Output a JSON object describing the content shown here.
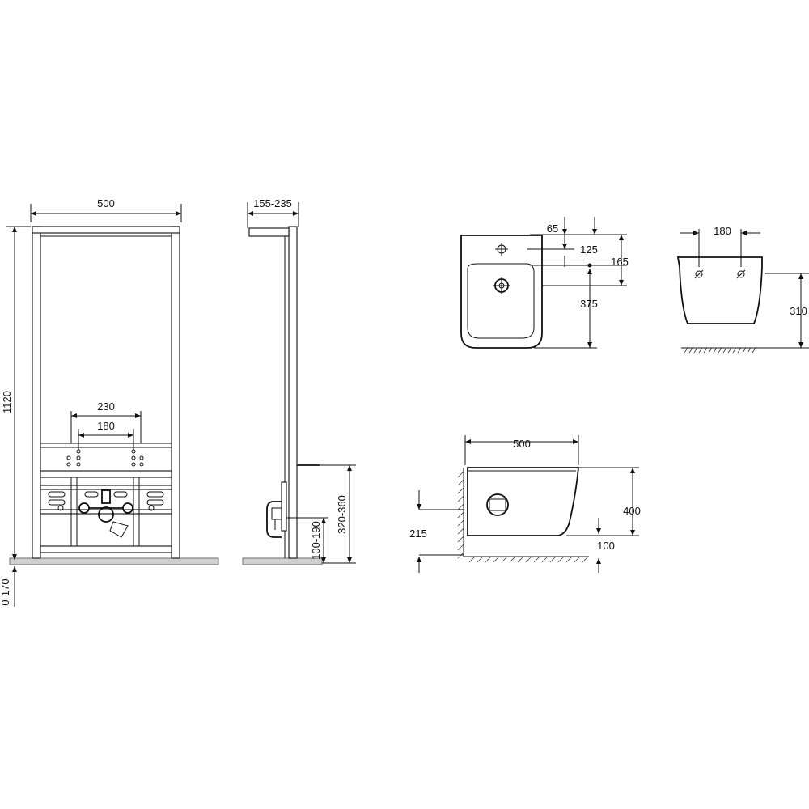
{
  "frame_front": {
    "width": "500",
    "height": "1120",
    "hole_spacing_outer": "230",
    "hole_spacing_inner": "180",
    "foot_adjust": "0-170"
  },
  "frame_side": {
    "depth": "155-235",
    "height_a": "320-360",
    "height_b": "100-190"
  },
  "bidet_top": {
    "dim_65": "65",
    "dim_125": "125",
    "dim_165": "165",
    "dim_375": "375"
  },
  "bidet_rear": {
    "bolt_spacing": "180",
    "height": "310"
  },
  "bidet_side": {
    "length": "500",
    "height": "400",
    "outlet_height": "215",
    "bottom_offset": "100"
  }
}
